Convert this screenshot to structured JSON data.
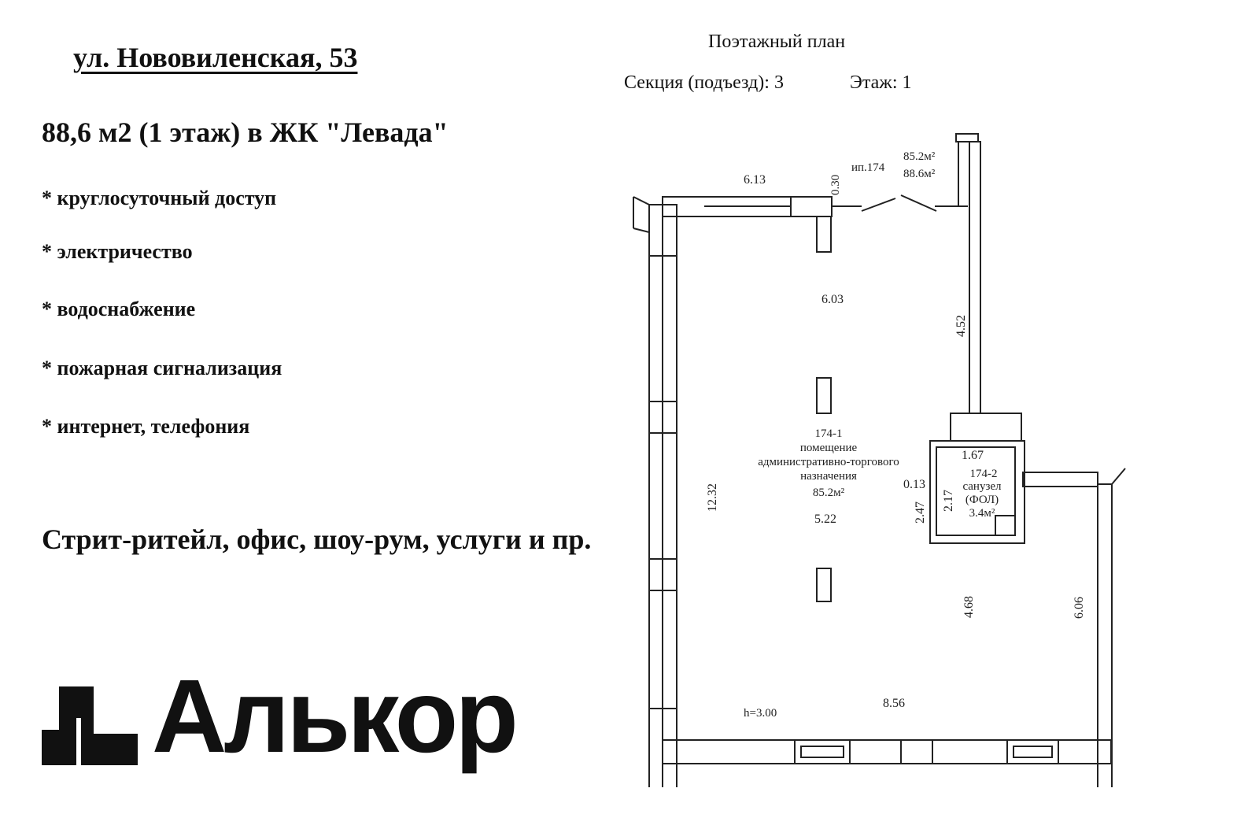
{
  "header": {
    "address": "ул. Нововиленская, 53",
    "area_title": "88,6 м2 (1 этаж) в ЖК \"Левада\""
  },
  "features": [
    "* круглосуточный доступ",
    "* электричество",
    "* водоснабжение",
    "* пожарная сигнализация",
    "* интернет, телефония"
  ],
  "usage": "Стрит-ритейл, офис, шоу-рум, услуги и пр.",
  "logo": {
    "name": "Алькор",
    "color": "#111111"
  },
  "plan": {
    "title": "Поэтажный план",
    "section": "Секция (подъезд): 3",
    "floor": "Этаж: 1",
    "dims": {
      "top_left": "6.13",
      "pillar": "0.30",
      "entrance": "ип.174",
      "area_a": "85.2м²",
      "area_b": "88.6м²",
      "inner_top": "6.03",
      "right_upper": "4.52",
      "left_side": "12.32",
      "mid_width": "5.22",
      "bath_width": "1.67",
      "gap": "0.13",
      "bath_h1": "2.47",
      "bath_h2": "2.17",
      "lower_h": "4.68",
      "right_lower": "6.06",
      "bottom": "8.56",
      "height": "h=3.00"
    },
    "room_main": {
      "code": "174-1",
      "line1": "помещение",
      "line2": "административно-торгового",
      "line3": "назначения",
      "area": "85.2м²"
    },
    "room_bath": {
      "code": "174-2",
      "line1": "санузел",
      "line2": "(ФОЛ)",
      "area": "3.4м²"
    }
  }
}
